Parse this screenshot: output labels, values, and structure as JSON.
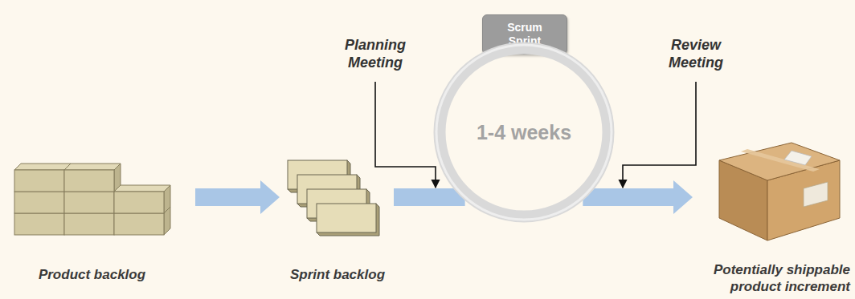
{
  "diagram": {
    "nodes": [
      {
        "text": [
          "Product backlog"
        ]
      },
      {
        "text": [
          "Sprint backlog"
        ]
      },
      {
        "text": [
          "Scrum Sprint"
        ]
      },
      {
        "text": [
          "1-4 weeks"
        ]
      },
      {
        "text": [
          "Potentially shippable product increment"
        ]
      }
    ],
    "edges": [
      {
        "from": 0,
        "to": 1,
        "arrow": "to"
      },
      {
        "from": 1,
        "to": 3,
        "arrow": "none"
      },
      {
        "from": 3,
        "to": 4,
        "arrow": "to"
      }
    ],
    "labels": [
      "Planning Meeting",
      "Review Meeting"
    ]
  }
}
